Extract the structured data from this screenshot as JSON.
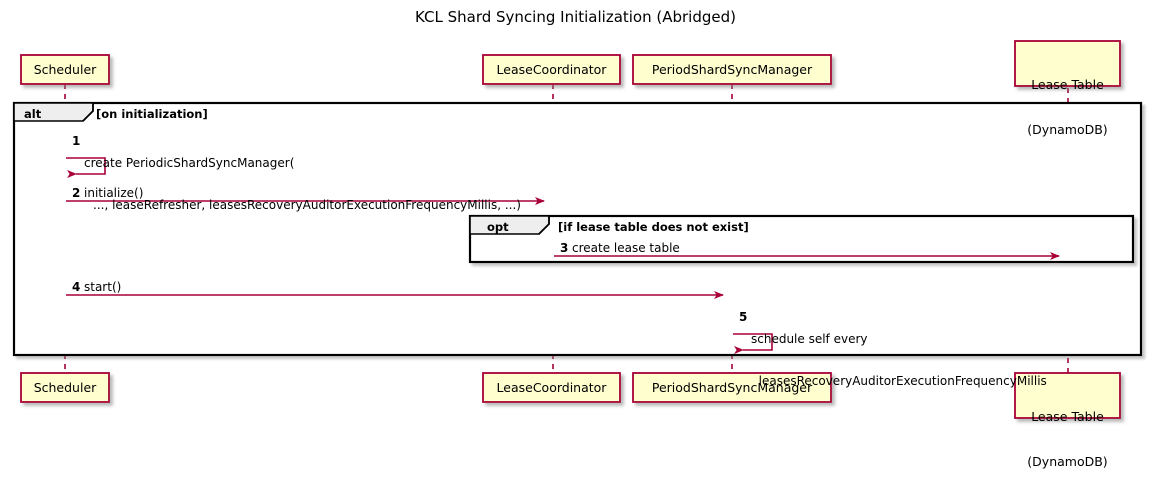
{
  "diagram": {
    "title": "KCL Shard Syncing Initialization (Abridged)",
    "type": "uml-sequence-diagram",
    "colors": {
      "participant_fill": "#FEFECE",
      "participant_border": "#A80036",
      "lifeline": "#A80036",
      "arrow": "#A80036",
      "frame_border": "#000000",
      "frame_tab_fill": "#EEEEEE",
      "background": "#FFFFFF",
      "text": "#000000"
    },
    "participants": [
      {
        "id": "scheduler",
        "label": "Scheduler",
        "lines": [
          "Scheduler"
        ]
      },
      {
        "id": "lease-coordinator",
        "label": "LeaseCoordinator",
        "lines": [
          "LeaseCoordinator"
        ]
      },
      {
        "id": "period-shard-sync-manager",
        "label": "PeriodShardSyncManager",
        "lines": [
          "PeriodShardSyncManager"
        ]
      },
      {
        "id": "lease-table",
        "label": "Lease Table (DynamoDB)",
        "lines": [
          "Lease Table",
          "(DynamoDB)"
        ]
      }
    ],
    "frames": [
      {
        "id": "alt-frame",
        "operator": "alt",
        "guard": "[on initialization]"
      },
      {
        "id": "opt-frame",
        "operator": "opt",
        "guard": "[if lease table does not exist]"
      }
    ],
    "messages": [
      {
        "number": "1",
        "from": "scheduler",
        "to": "scheduler",
        "kind": "self",
        "lines": [
          "create PeriodicShardSyncManager(",
          "..., leaseRefresher, leasesRecoveryAuditorExecutionFrequencyMillis, ...)"
        ]
      },
      {
        "number": "2",
        "from": "scheduler",
        "to": "lease-coordinator",
        "kind": "sync",
        "lines": [
          "initialize()"
        ]
      },
      {
        "number": "3",
        "from": "lease-coordinator",
        "to": "lease-table",
        "kind": "sync",
        "lines": [
          "create lease table"
        ]
      },
      {
        "number": "4",
        "from": "scheduler",
        "to": "period-shard-sync-manager",
        "kind": "sync",
        "lines": [
          "start()"
        ]
      },
      {
        "number": "5",
        "from": "period-shard-sync-manager",
        "to": "period-shard-sync-manager",
        "kind": "self",
        "lines": [
          "schedule self every",
          "  leasesRecoveryAuditorExecutionFrequencyMillis"
        ]
      }
    ]
  }
}
